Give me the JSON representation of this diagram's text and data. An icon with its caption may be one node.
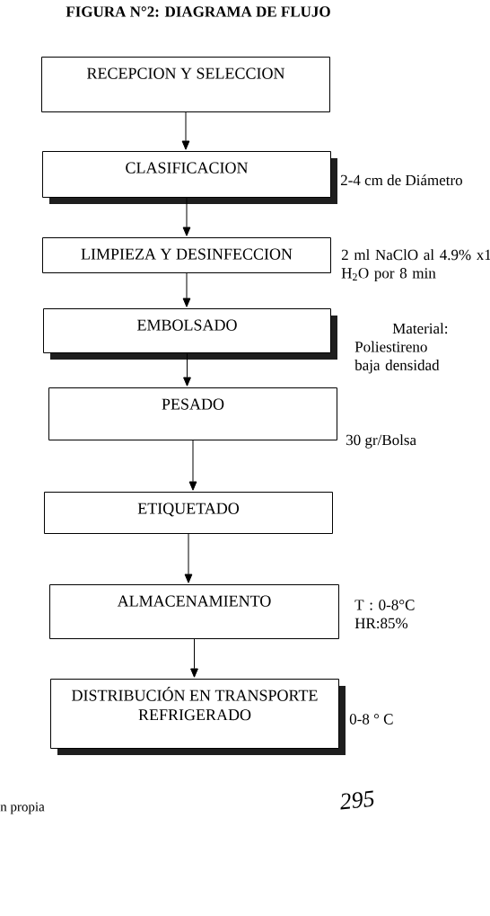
{
  "diagram": {
    "title": "FIGURA N°2: DIAGRAMA DE FLUJO",
    "nodes": [
      {
        "text": [
          "RECEPCION Y SELECCION"
        ]
      },
      {
        "text": [
          "CLASIFICACION"
        ],
        "beside": [
          "2-4 cm de Diámetro"
        ]
      },
      {
        "text": [
          "LIMPIEZA Y DESINFECCION"
        ],
        "beside": [
          "2 ml NaClO al 4.9% x1 H$_{2}$O por 8 min"
        ]
      },
      {
        "text": [
          "EMBOLSADO"
        ],
        "beside": [
          "Material: Poliestireno baja densidad"
        ]
      },
      {
        "text": [
          "PESADO"
        ],
        "beside": [
          "30 gr/Bolsa"
        ]
      },
      {
        "text": [
          "ETIQUETADO"
        ]
      },
      {
        "text": [
          "ALMACENAMIENTO"
        ],
        "beside": [
          "T : 0-8°C HR:85%"
        ]
      },
      {
        "text": [
          "DISTRIBUCIÓN EN TRANSPORTE REFRIGERADO"
        ],
        "beside": [
          "0-8 ° C"
        ]
      }
    ],
    "edges": [
      {
        "from": 0,
        "to": 1,
        "arrow": "to"
      },
      {
        "from": 1,
        "to": 2,
        "arrow": "to"
      },
      {
        "from": 2,
        "to": 3,
        "arrow": "to"
      },
      {
        "from": 3,
        "to": 4,
        "arrow": "to"
      },
      {
        "from": 4,
        "to": 5,
        "arrow": "to"
      },
      {
        "from": 5,
        "to": 6,
        "arrow": "to"
      },
      {
        "from": 6,
        "to": 7,
        "arrow": "to"
      }
    ],
    "labels": [
      "n propia",
      "295"
    ]
  }
}
